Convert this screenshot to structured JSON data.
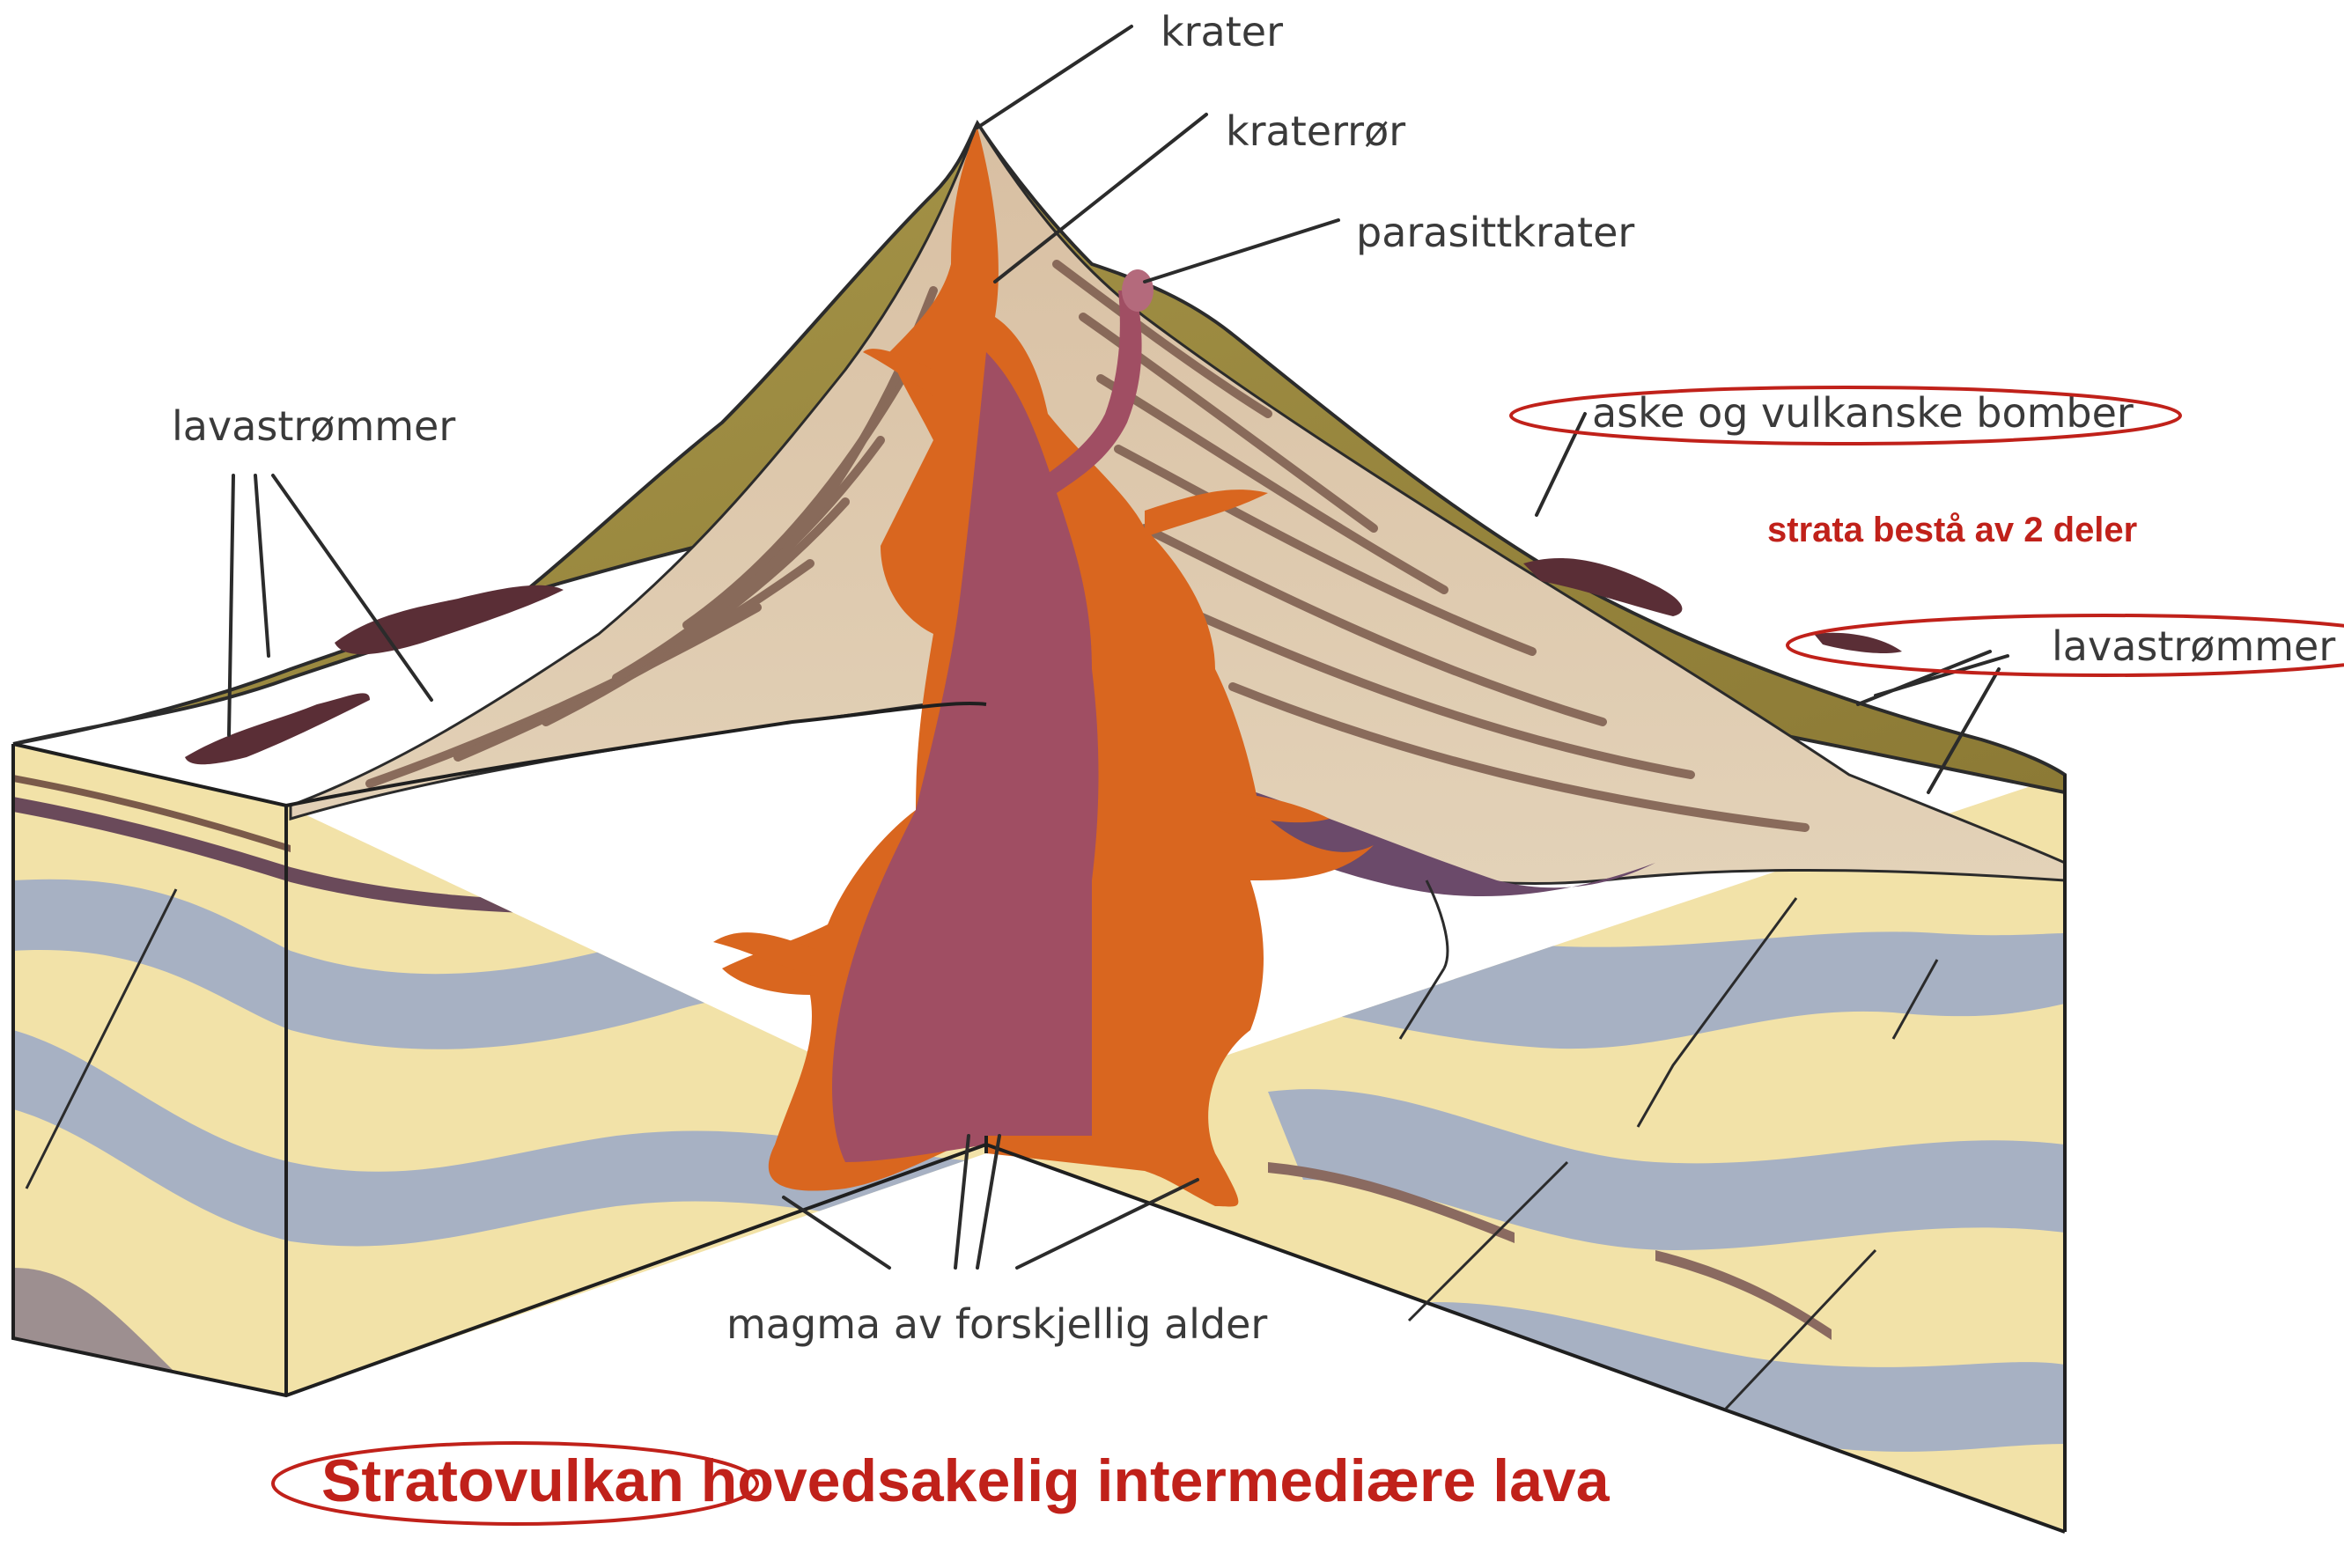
{
  "labels": {
    "krater": "krater",
    "kraterror": "kraterrør",
    "parasittkrater": "parasittkrater",
    "lavastrommer_left": "lavastrømmer",
    "aske": "aske og vulkanske bomber",
    "lavastrommer_right": "lavastrømmer",
    "magma": "magma av forskjellig alder"
  },
  "annotations": {
    "strata_note": "strata bestå av 2 deler",
    "title_circled": "Stratovulkan",
    "title_rest": " hovedsakelig intermediære lava"
  },
  "colors": {
    "annotation_red": "#c0211a",
    "cone_tan": "#d9c3a8",
    "surface_olive": "#9a8a3a",
    "sediment_yellow": "#f2e2a8",
    "sediment_blue": "#a7b1c3",
    "magma_orange": "#d9661f",
    "magma_purple": "#a04e63",
    "lava_dark": "#5a2e36"
  }
}
